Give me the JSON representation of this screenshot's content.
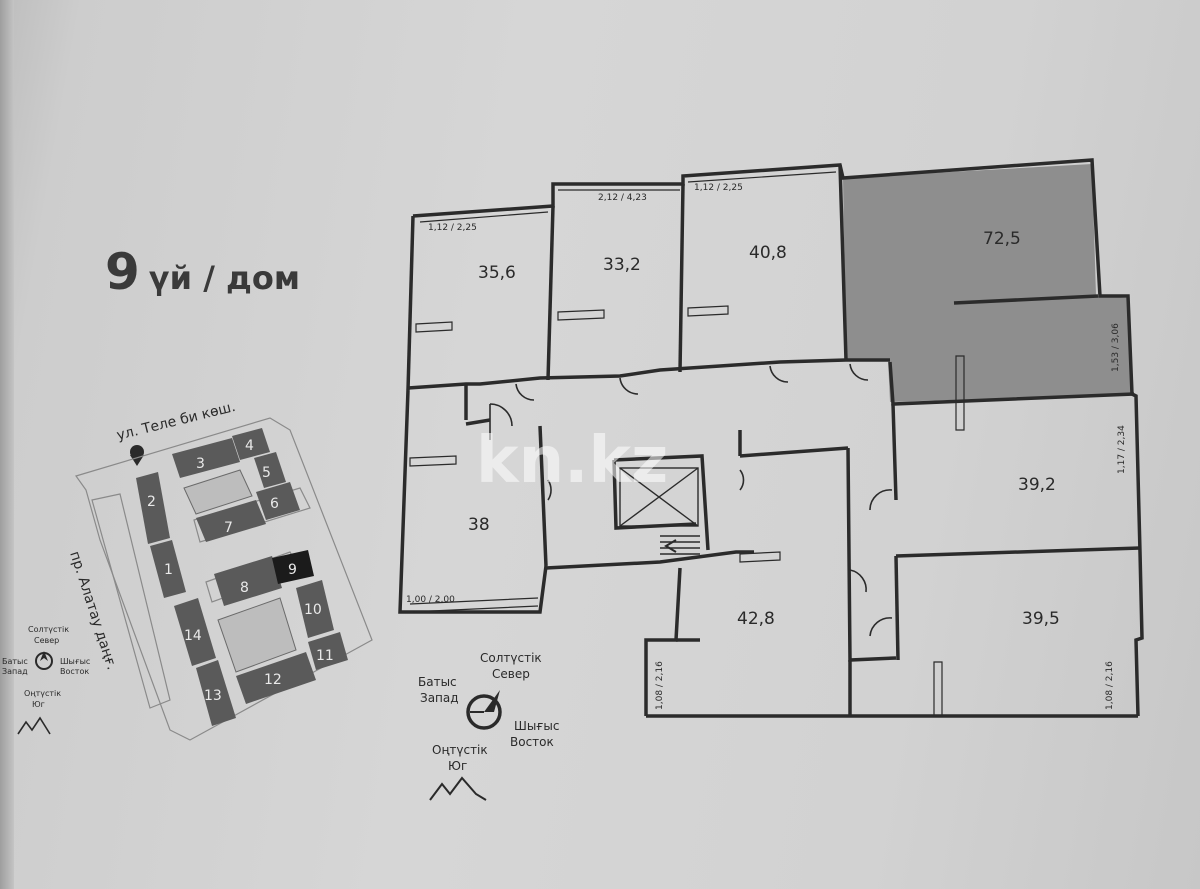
{
  "header": {
    "building_number": "9",
    "building_word": "үй / дом"
  },
  "site_plan": {
    "street_top": "ул. Теле би көш.",
    "street_left": "пр. Алатау даңғ.",
    "compass": {
      "north_kz": "Солтүстік",
      "north_ru": "Север",
      "west_kz": "Батыс",
      "west_ru": "Запад",
      "east_kz": "Шығыс",
      "east_ru": "Восток",
      "south_kz": "Оңтүстік",
      "south_ru": "Юг"
    },
    "buildings": [
      "1",
      "2",
      "3",
      "4",
      "5",
      "6",
      "7",
      "8",
      "9",
      "10",
      "11",
      "12",
      "13",
      "14"
    ],
    "highlighted_building": "9"
  },
  "floor_plan": {
    "units": [
      {
        "id": "u35_6",
        "area": "35,6",
        "dim": "1,12 / 2,25"
      },
      {
        "id": "u33_2",
        "area": "33,2",
        "dim": "2,12 / 4,23"
      },
      {
        "id": "u40_8",
        "area": "40,8",
        "dim": "1,12 / 2,25"
      },
      {
        "id": "u72_5",
        "area": "72,5",
        "dim": "1,53 / 3,06"
      },
      {
        "id": "u38",
        "area": "38",
        "dim": "1,00 / 2,00"
      },
      {
        "id": "u39_2",
        "area": "39,2",
        "dim": "1,17 / 2,34"
      },
      {
        "id": "u42_8",
        "area": "42,8",
        "dim": "1,08 / 2,16"
      },
      {
        "id": "u39_5",
        "area": "39,5",
        "dim": "1,08 / 2,16"
      }
    ],
    "compass": {
      "north_kz": "Солтүстік",
      "north_ru": "Север",
      "west_kz": "Батыс",
      "west_ru": "Запад",
      "east_kz": "Шығыс",
      "east_ru": "Восток",
      "south_kz": "Оңтүстік",
      "south_ru": "Юг"
    }
  },
  "watermark": "kn.kz",
  "colors": {
    "wall": "#2b2b2b",
    "highlight_unit": "#8e8e8e",
    "site_building": "#5a5a5a",
    "site_highlight": "#1b1b1b"
  }
}
